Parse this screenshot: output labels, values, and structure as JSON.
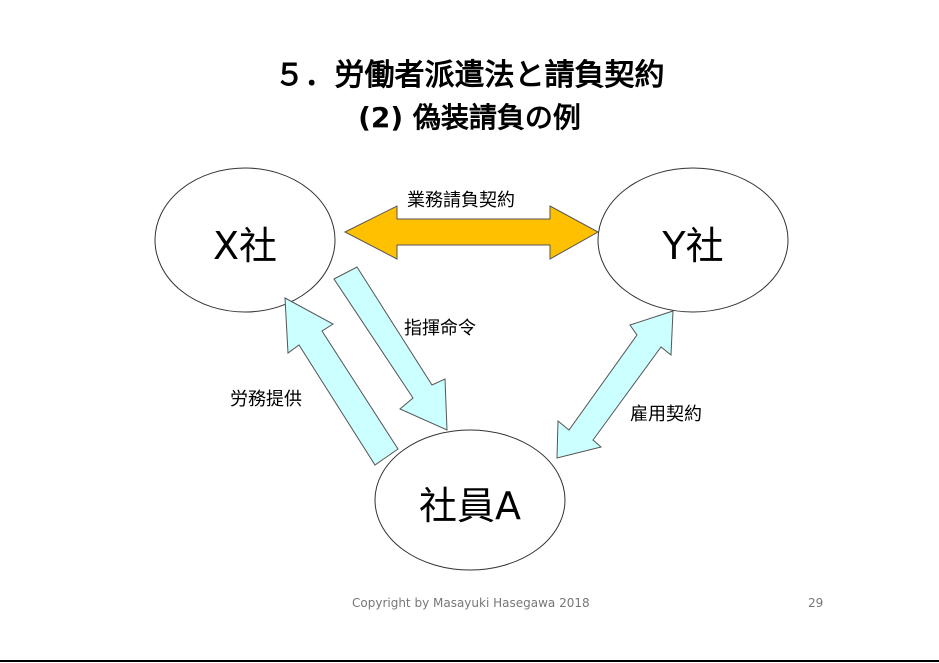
{
  "title": {
    "line1": "５．労働者派遣法と請負契約",
    "line2": "(2) 偽装請負の例"
  },
  "nodes": {
    "x_company": "X社",
    "y_company": "Y社",
    "employee": "社員A"
  },
  "relations": {
    "contract": "業務請負契約",
    "command": "指揮命令",
    "labor": "労務提供",
    "employment": "雇用契約"
  },
  "colors": {
    "contract_arrow": "#FFC000",
    "relation_arrow": "#CCFFFF"
  },
  "footer": {
    "copyright": "Copyright by Masayuki Hasegawa 2018",
    "page_number": "29"
  }
}
